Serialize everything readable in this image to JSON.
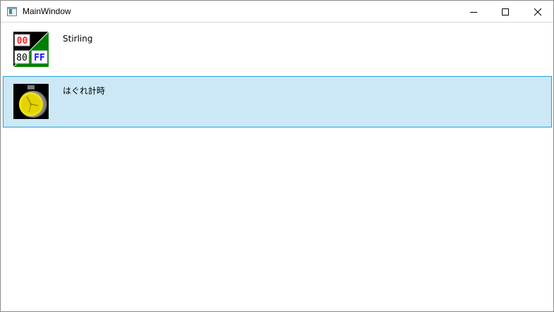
{
  "window": {
    "title": "MainWindow"
  },
  "titlebar": {
    "buttons": {
      "minimize": "minimize-icon",
      "maximize": "maximize-icon",
      "close": "close-icon"
    }
  },
  "list": {
    "items": [
      {
        "label": "Stirling",
        "icon": "stirling-app-icon",
        "selected": false,
        "icon_text": [
          "00",
          "80",
          "FF"
        ]
      },
      {
        "label": "はぐれ計時",
        "icon": "stopwatch-app-icon",
        "selected": true
      }
    ]
  },
  "colors": {
    "selection_bg": "#cce8f6",
    "selection_border": "#26a0da"
  }
}
